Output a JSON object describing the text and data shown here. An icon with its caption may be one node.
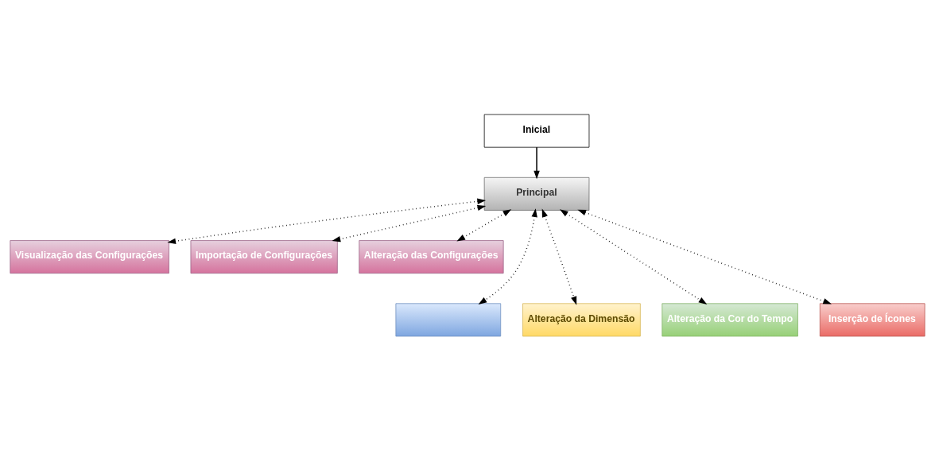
{
  "diagram": {
    "nodes": [
      {
        "text": [
          "Inicial"
        ]
      },
      {
        "text": [
          "Principal"
        ]
      },
      {
        "text": [
          "Visualização das Configurações"
        ]
      },
      {
        "text": [
          "Importação de Configurações"
        ]
      },
      {
        "text": [
          "Alteração das Configurações"
        ]
      },
      {
        "text": [],
        "shape": "box"
      },
      {
        "text": [
          "Alteração da Dimensão"
        ]
      },
      {
        "text": [
          "Alteração da Cor do Tempo"
        ]
      },
      {
        "text": [
          "Inserção de Ícones"
        ]
      }
    ],
    "edges": [
      {
        "from": 0,
        "to": 1,
        "arrow": "to"
      },
      {
        "from": 1,
        "to": 2,
        "arrow": "both",
        "style": "dashed"
      },
      {
        "from": 1,
        "to": 3,
        "arrow": "both",
        "style": "dashed"
      },
      {
        "from": 1,
        "to": 4,
        "arrow": "both",
        "style": "dashed"
      },
      {
        "from": 1,
        "to": 5,
        "arrow": "both",
        "style": "dashed"
      },
      {
        "from": 1,
        "to": 6,
        "arrow": "both",
        "style": "dashed"
      },
      {
        "from": 1,
        "to": 7,
        "arrow": "both",
        "style": "dashed"
      },
      {
        "from": 1,
        "to": 8,
        "arrow": "both",
        "style": "dashed"
      }
    ]
  }
}
